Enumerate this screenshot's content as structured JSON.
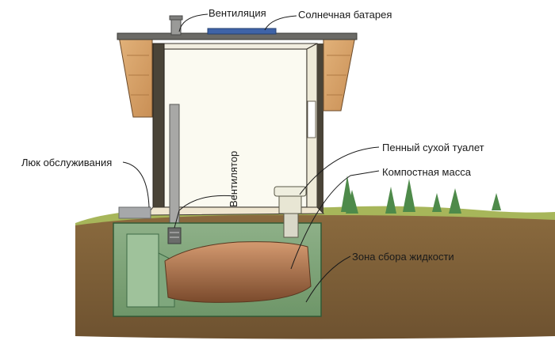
{
  "labels": {
    "ventilation": "Вентиляция",
    "solar_panel": "Солнечная батарея",
    "foam_toilet": "Пенный сухой туалет",
    "compost_mass": "Компостная масса",
    "service_hatch": "Люк обслуживания",
    "liquid_zone": "Зона сбора жидкости",
    "fan": "Вентилятор"
  }
}
